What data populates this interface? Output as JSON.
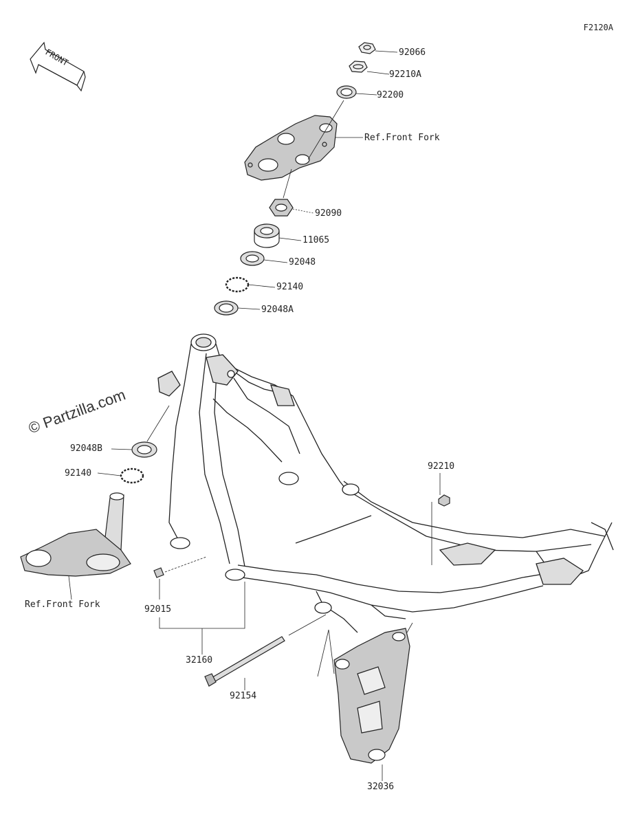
{
  "figure_code": "F2120A",
  "watermark": "© Partzilla.com",
  "front_badge": "FRONT",
  "parts": [
    {
      "id": "p92066",
      "number": "92066"
    },
    {
      "id": "p92210A",
      "number": "92210A"
    },
    {
      "id": "p92200",
      "number": "92200"
    },
    {
      "id": "pref1",
      "number": "Ref.Front Fork"
    },
    {
      "id": "p92090",
      "number": "92090"
    },
    {
      "id": "p11065",
      "number": "11065"
    },
    {
      "id": "p92048",
      "number": "92048"
    },
    {
      "id": "p92140",
      "number": "92140"
    },
    {
      "id": "p92048A",
      "number": "92048A"
    },
    {
      "id": "p92048B",
      "number": "92048B"
    },
    {
      "id": "p92140b",
      "number": "92140"
    },
    {
      "id": "pref2",
      "number": "Ref.Front Fork"
    },
    {
      "id": "p92210",
      "number": "92210"
    },
    {
      "id": "p92015",
      "number": "92015"
    },
    {
      "id": "p32160",
      "number": "32160"
    },
    {
      "id": "p92154",
      "number": "92154"
    },
    {
      "id": "p32036",
      "number": "32036"
    }
  ]
}
